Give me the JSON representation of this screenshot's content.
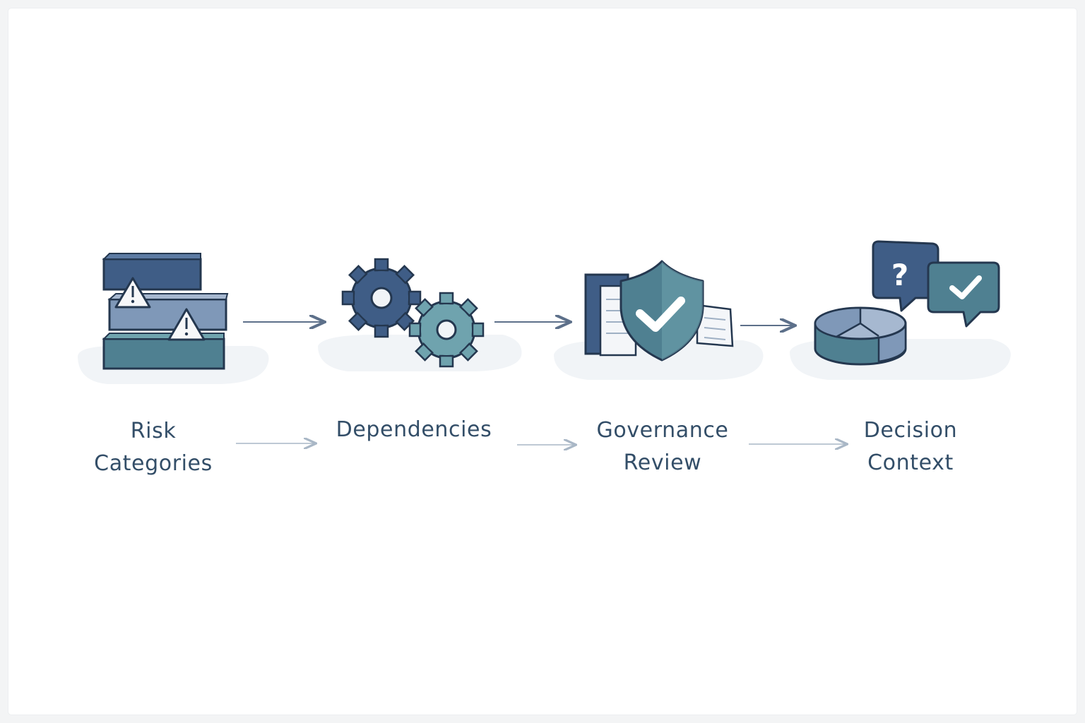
{
  "colors": {
    "navy": "#3f5d86",
    "navy_dark": "#2d4466",
    "steel": "#7f98b8",
    "teal": "#4f8091",
    "teal_light": "#6fa3ae",
    "outline": "#24374f",
    "platform": "#f1f4f7",
    "arrow": "#5d708a",
    "arrow_light": "#a9b7c6",
    "label_text": "#334e68"
  },
  "steps": [
    {
      "id": "risk",
      "label": "Risk\nCategories",
      "icon": "stacked-blocks-warning-icon"
    },
    {
      "id": "dependencies",
      "label": "Dependencies",
      "icon": "gears-icon"
    },
    {
      "id": "governance",
      "label": "Governance\nReview",
      "icon": "shield-check-icon"
    },
    {
      "id": "decision",
      "label": "Decision\nContext",
      "icon": "pie-chart-speech-bubbles-icon"
    }
  ]
}
